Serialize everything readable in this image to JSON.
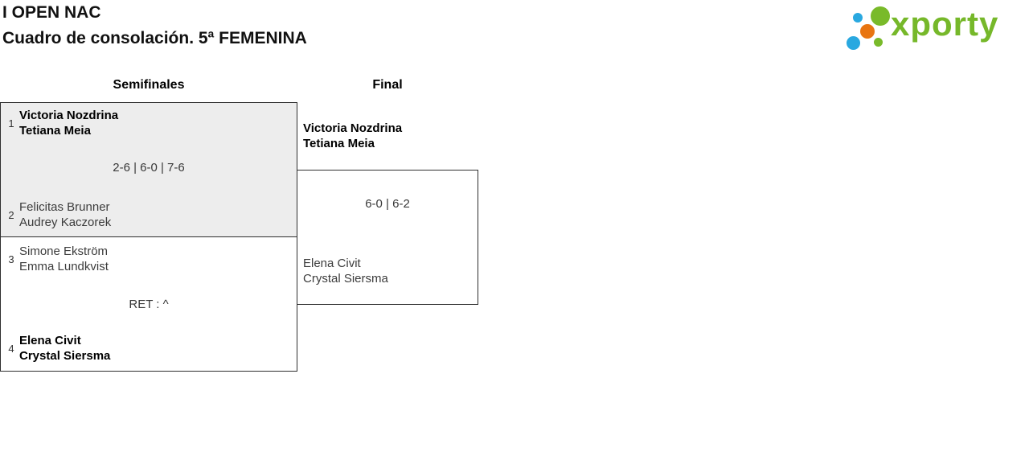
{
  "header": {
    "title_line1": "I OPEN NAC",
    "title_line2": "Cuadro de consolación. 5ª FEMENINA"
  },
  "logo": {
    "text": "xporty",
    "colors": {
      "green": "#76b82a",
      "blue": "#29a8e0",
      "orange": "#e87511"
    }
  },
  "bracket": {
    "rounds": [
      {
        "label": "Semifinales"
      },
      {
        "label": "Final"
      }
    ],
    "colors": {
      "highlight_box_background": "#ededed",
      "box_border": "#2f2f2f"
    },
    "semifinals": [
      {
        "seed_top": "1",
        "team_top": [
          "Victoria Nozdrina",
          "Tetiana Meia"
        ],
        "score": "2-6 | 6-0 | 7-6",
        "seed_bottom": "2",
        "team_bottom": [
          "Felicitas Brunner",
          "Audrey Kaczorek"
        ],
        "winner": "top"
      },
      {
        "seed_top": "3",
        "team_top": [
          "Simone Ekström",
          "Emma Lundkvist"
        ],
        "score": "RET : ^",
        "seed_bottom": "4",
        "team_bottom": [
          "Elena Civit",
          "Crystal Siersma"
        ],
        "winner": "bottom"
      }
    ],
    "final": {
      "team_top": [
        "Victoria Nozdrina",
        "Tetiana Meia"
      ],
      "score": "6-0 | 6-2",
      "team_bottom": [
        "Elena Civit",
        "Crystal Siersma"
      ],
      "winner": "top"
    }
  }
}
